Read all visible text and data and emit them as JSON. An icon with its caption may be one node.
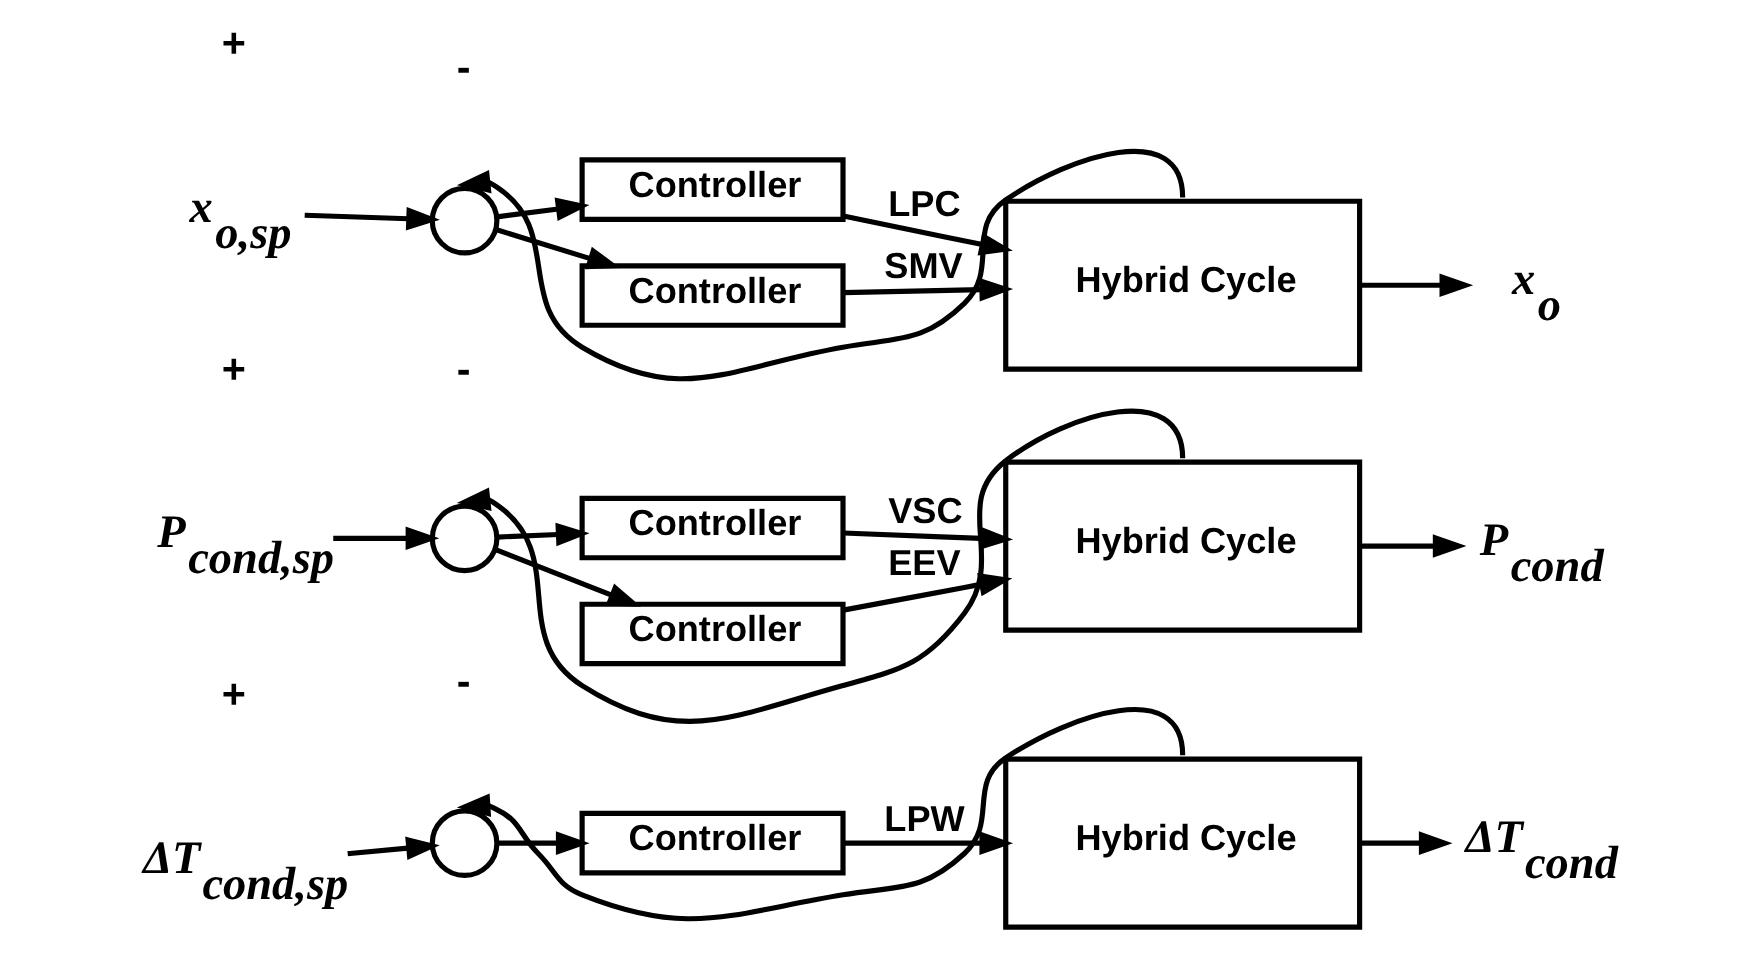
{
  "diagram": {
    "nodes": [
      {
        "text": [
          "x$_{o,sp}$"
        ]
      },
      {
        "text": [],
        "shape": "circle"
      },
      {
        "text": [
          "Controller"
        ]
      },
      {
        "text": [
          "Controller"
        ]
      },
      {
        "text": [
          "Hybrid Cycle"
        ]
      },
      {
        "text": [
          "x$_{o}$"
        ]
      },
      {
        "text": [
          "P$_{cond,sp}$"
        ]
      },
      {
        "text": [],
        "shape": "circle"
      },
      {
        "text": [
          "Controller"
        ]
      },
      {
        "text": [
          "Controller"
        ]
      },
      {
        "text": [
          "Hybrid Cycle"
        ]
      },
      {
        "text": [
          "P$_{cond}$"
        ]
      },
      {
        "text": [
          "ΔT$_{cond,sp}$"
        ]
      },
      {
        "text": [],
        "shape": "circle"
      },
      {
        "text": [
          "Controller"
        ]
      },
      {
        "text": [
          "Hybrid Cycle"
        ]
      },
      {
        "text": [
          "ΔT$_{cond}$"
        ]
      }
    ],
    "edges": [
      {
        "from": 0,
        "to": 1,
        "arrow": "to"
      },
      {
        "from": 1,
        "to": 2,
        "arrow": "to"
      },
      {
        "from": 1,
        "to": 3,
        "arrow": "to"
      },
      {
        "from": 2,
        "to": 4,
        "label": "LPC",
        "arrow": "to"
      },
      {
        "from": 3,
        "to": 4,
        "label": "SMV",
        "arrow": "to"
      },
      {
        "from": 4,
        "to": 5,
        "arrow": "to"
      },
      {
        "from": 4,
        "to": 1,
        "arrow": "to"
      },
      {
        "from": 6,
        "to": 7,
        "arrow": "to"
      },
      {
        "from": 7,
        "to": 8,
        "arrow": "to"
      },
      {
        "from": 7,
        "to": 9,
        "arrow": "to"
      },
      {
        "from": 8,
        "to": 10,
        "label": "VSC",
        "arrow": "to"
      },
      {
        "from": 9,
        "to": 10,
        "label": "EEV",
        "arrow": "to"
      },
      {
        "from": 10,
        "to": 11,
        "arrow": "to"
      },
      {
        "from": 10,
        "to": 7,
        "arrow": "to"
      },
      {
        "from": 12,
        "to": 13,
        "arrow": "to"
      },
      {
        "from": 13,
        "to": 14,
        "arrow": "to"
      },
      {
        "from": 14,
        "to": 15,
        "label": "LPW",
        "arrow": "to"
      },
      {
        "from": 15,
        "to": 16,
        "arrow": "to"
      },
      {
        "from": 15,
        "to": 13,
        "arrow": "to"
      }
    ],
    "labels": [
      "-",
      "+",
      "-",
      "+",
      "-",
      "+"
    ]
  }
}
